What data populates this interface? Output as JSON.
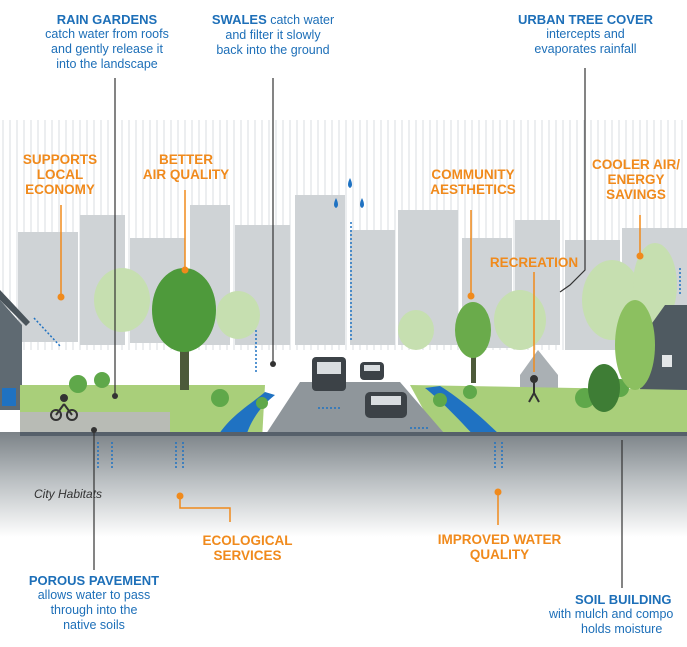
{
  "callouts_top": {
    "rain_gardens": {
      "title": "RAIN GARDENS",
      "lines": [
        "catch water from roofs",
        "and gently release it",
        "into the landscape"
      ]
    },
    "swales": {
      "title": "SWALES",
      "lines": [
        "catch water",
        "and filter it slowly",
        "back into the ground"
      ]
    },
    "urban_tree_cover": {
      "title": "URBAN TREE COVER",
      "lines": [
        "intercepts and",
        "evaporates rainfall"
      ]
    }
  },
  "callouts_bottom": {
    "porous_pavement": {
      "title": "POROUS PAVEMENT",
      "lines": [
        "allows water to pass",
        "through into the",
        "native soils"
      ]
    },
    "soil_building": {
      "title": "SOIL BUILDING",
      "lines": [
        "with mulch and compo",
        "holds moisture"
      ]
    }
  },
  "benefits": {
    "supports_local_economy": [
      "SUPPORTS",
      "LOCAL",
      "ECONOMY"
    ],
    "better_air_quality": [
      "BETTER",
      "AIR QUALITY"
    ],
    "community_aesthetics": [
      "COMMUNITY",
      "AESTHETICS"
    ],
    "cooler_air": [
      "COOLER AIR/",
      "ENERGY",
      "SAVINGS"
    ],
    "recreation": [
      "RECREATION"
    ],
    "ecological_services": [
      "ECOLOGICAL",
      "SERVICES"
    ],
    "improved_water_quality": [
      "IMPROVED WATER",
      "QUALITY"
    ]
  },
  "caption": "City Habitats",
  "colors": {
    "blue_text": "#1d6fb8",
    "orange": "#f08a1c",
    "road": "#8f969b",
    "grass": "#8cc43f",
    "water": "#1f72c2",
    "skyline": "#cfd3d6"
  }
}
